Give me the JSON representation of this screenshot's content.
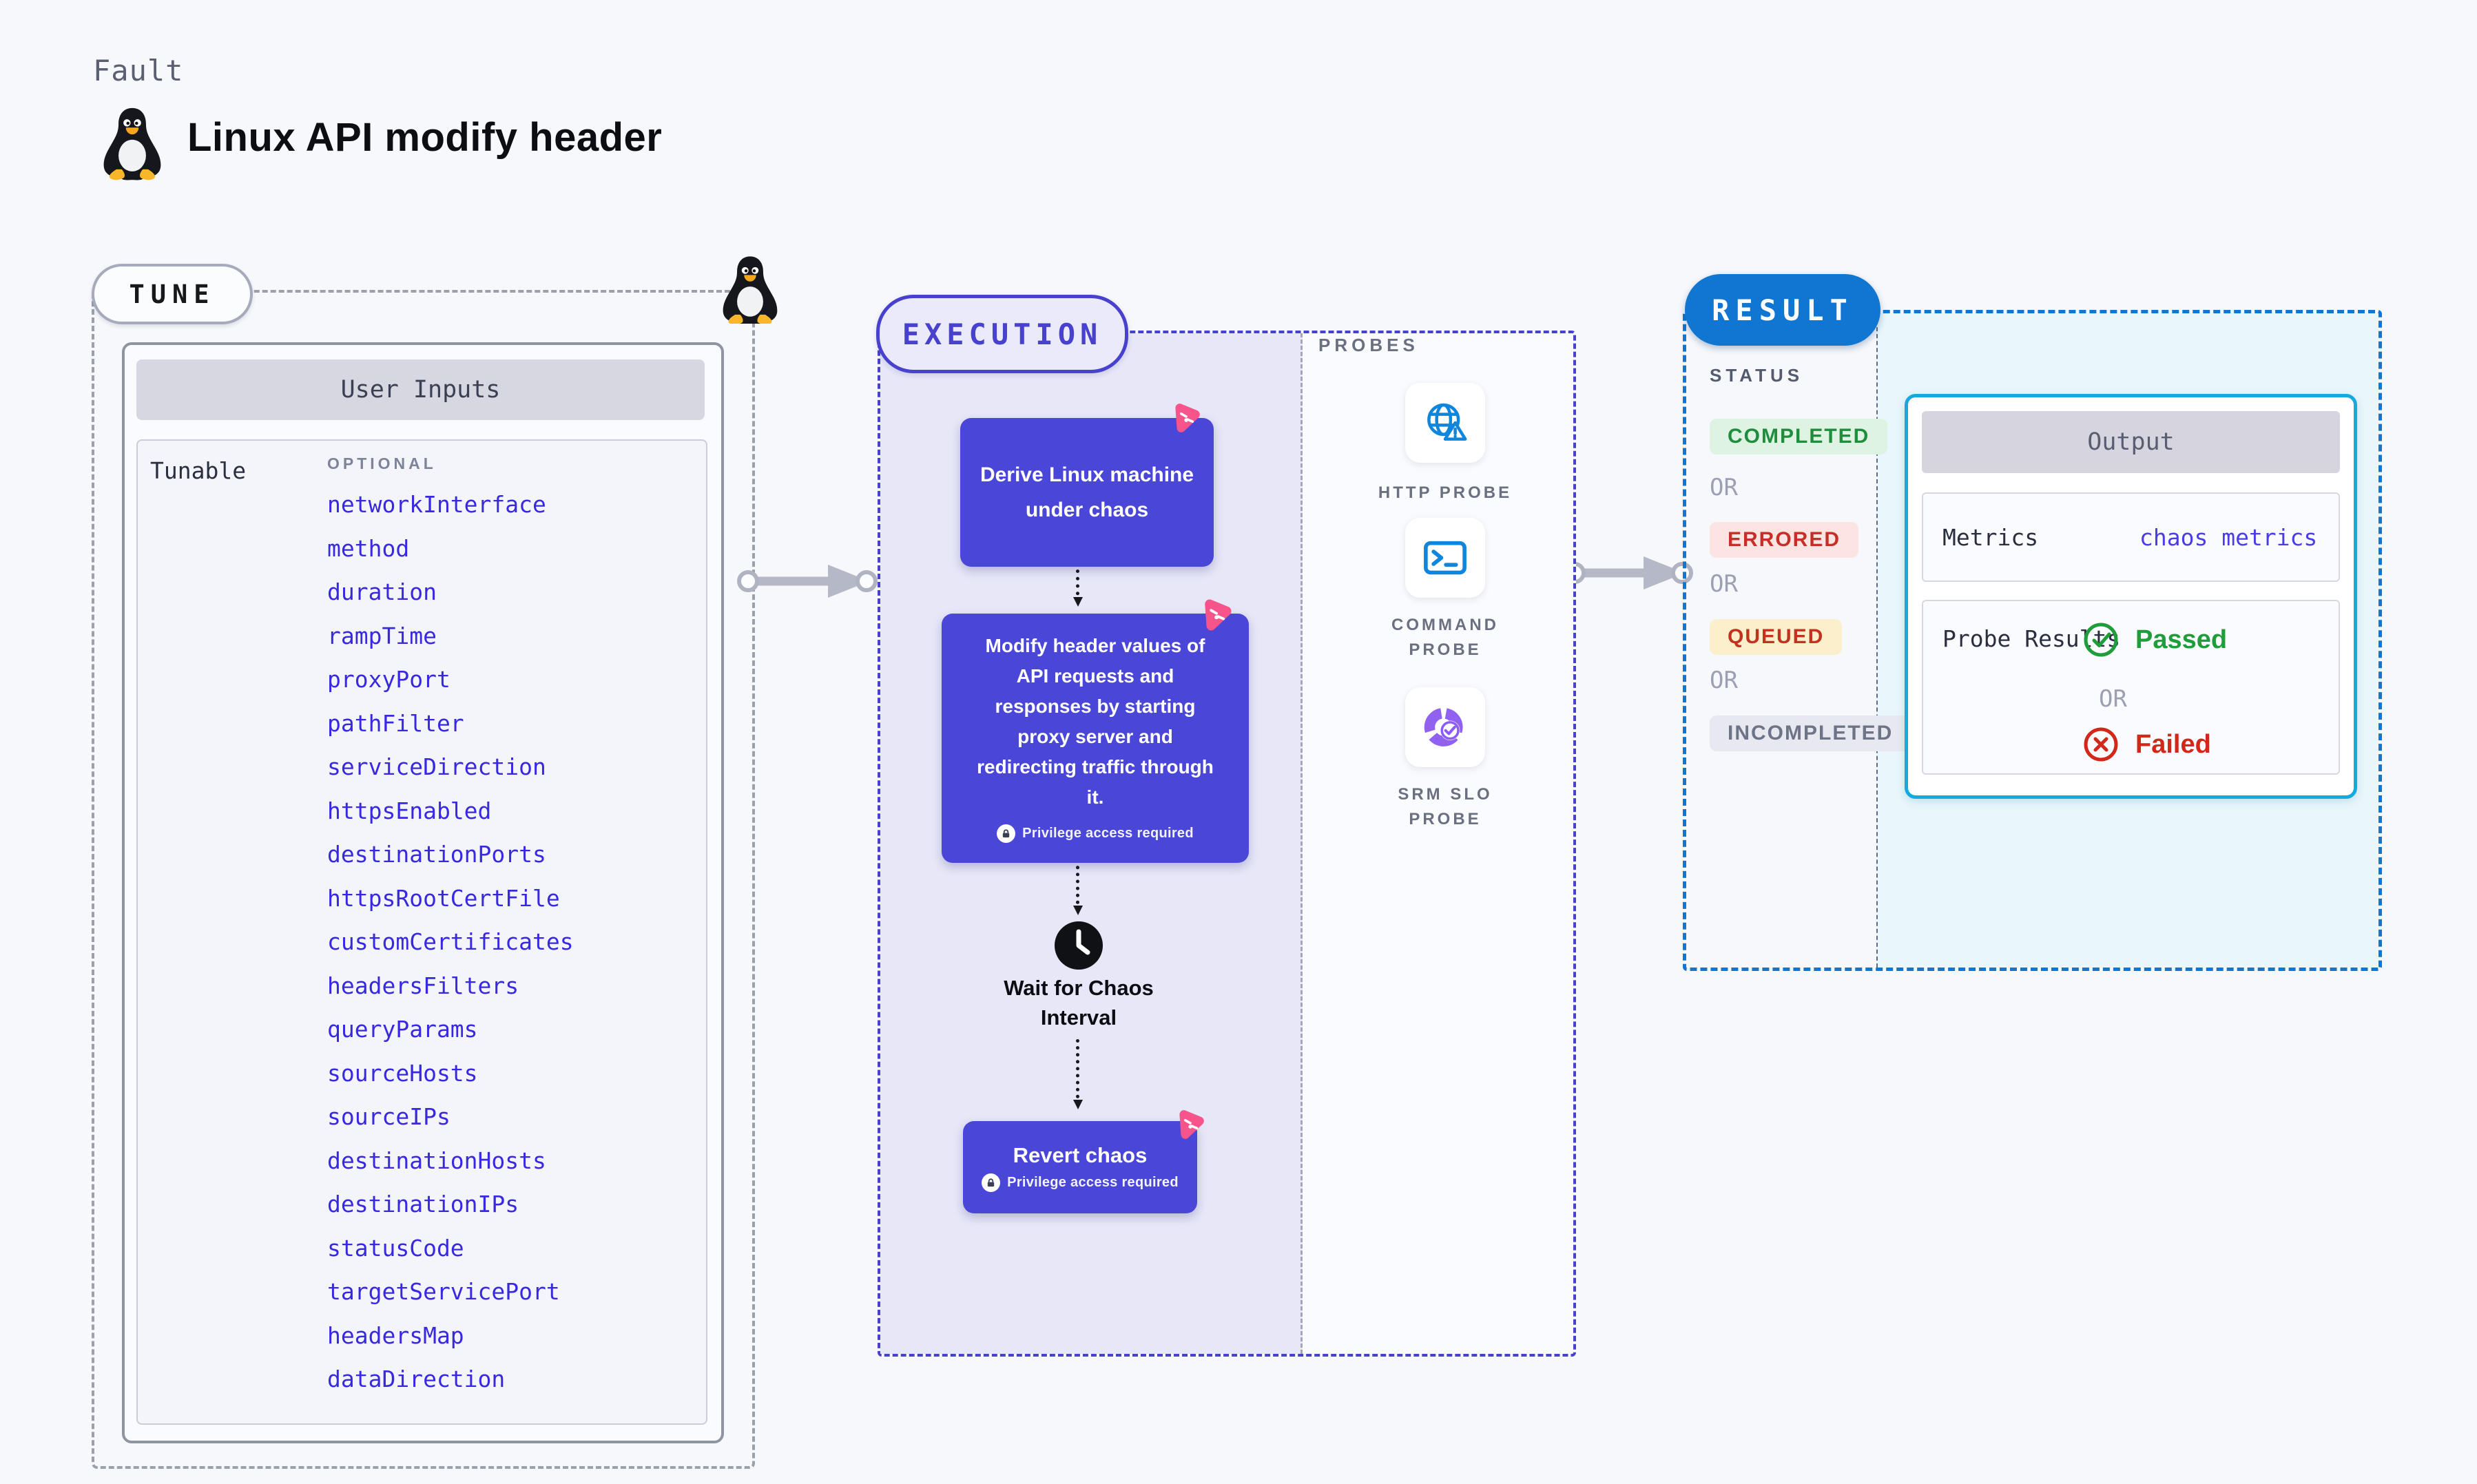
{
  "header": {
    "kicker": "Fault",
    "title": "Linux API modify header"
  },
  "tune": {
    "label": "TUNE",
    "table_title": "User Inputs",
    "row_label": "Tunable",
    "column_label": "OPTIONAL",
    "items": [
      "networkInterface",
      "method",
      "duration",
      "rampTime",
      "proxyPort",
      "pathFilter",
      "serviceDirection",
      "httpsEnabled",
      "destinationPorts",
      "httpsRootCertFile",
      "customCertificates",
      "headersFilters",
      "queryParams",
      "sourceHosts",
      "sourceIPs",
      "destinationHosts",
      "destinationIPs",
      "statusCode",
      "targetServicePort",
      "headersMap",
      "dataDirection"
    ]
  },
  "execution": {
    "label": "EXECUTION",
    "derive_step": "Derive Linux machine under chaos",
    "modify_step": "Modify header values of API requests and responses by starting proxy server and redirecting traffic through it.",
    "wait_step": "Wait for Chaos Interval",
    "revert_step": "Revert chaos",
    "privilege_note": "Privilege access required"
  },
  "probes": {
    "label": "PROBES",
    "items": [
      {
        "name": "HTTP PROBE",
        "icon": "globe-alert-icon"
      },
      {
        "name": "COMMAND PROBE",
        "icon": "terminal-icon"
      },
      {
        "name": "SRM SLO PROBE",
        "icon": "slo-donut-icon"
      }
    ]
  },
  "result": {
    "label": "RESULT",
    "status_label": "STATUS",
    "or_label": "OR",
    "statuses": [
      {
        "label": "COMPLETED",
        "fg": "#1E8E3E",
        "bg": "#DFF3E2"
      },
      {
        "label": "ERRORED",
        "fg": "#C62F26",
        "bg": "#FBE4E2"
      },
      {
        "label": "QUEUED",
        "fg": "#C1321F",
        "bg": "#FBF0CB"
      },
      {
        "label": "INCOMPLETED",
        "fg": "#6E7487",
        "bg": "#E8E9F0"
      }
    ],
    "output": {
      "title": "Output",
      "metrics_label": "Metrics",
      "metrics_value": "chaos metrics",
      "probe_results_label": "Probe Results",
      "passed_label": "Passed",
      "failed_label": "Failed"
    }
  },
  "colors": {
    "page_bg": "#F7F8FC",
    "accent_purple": "#4A46D8",
    "execution_fill": "#E7E7F8",
    "pink_chaos": "#F7548C",
    "result_blue": "#1176D2",
    "output_border_cyan": "#16A9DE",
    "link_blue": "#3829E0",
    "passed_green": "#1F9D3A",
    "failed_red": "#D2281A"
  }
}
